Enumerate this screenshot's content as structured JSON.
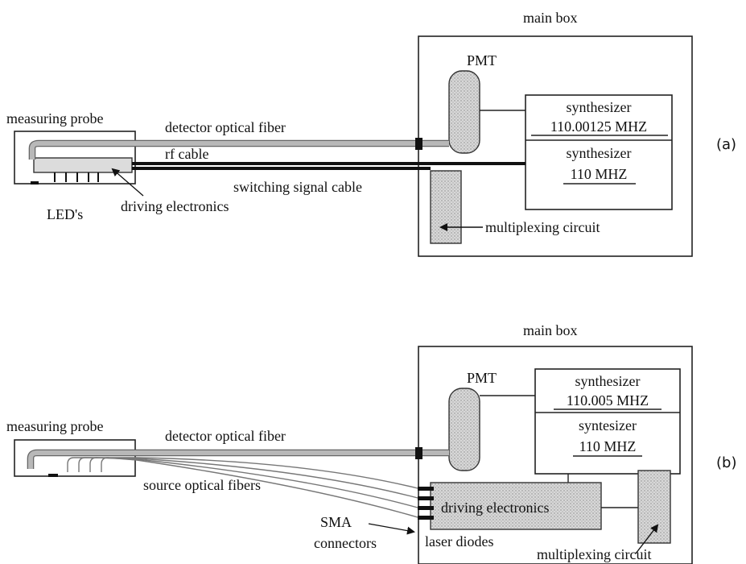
{
  "panel_a": {
    "tag": "(a)",
    "main_box_label": "main box",
    "pmt_label": "PMT",
    "synth1_line1": "synthesizer",
    "synth1_line2": "110.00125 MHZ",
    "synth2_line1": "synthesizer",
    "synth2_line2": "110 MHZ",
    "multiplexing_label": "multiplexing circuit",
    "probe_label": "measuring probe",
    "detector_fiber_label": "detector optical fiber",
    "rf_cable_label": "rf cable",
    "switching_cable_label": "switching signal cable",
    "leds_label": "LED's",
    "driving_electronics_label": "driving electronics"
  },
  "panel_b": {
    "tag": "(b)",
    "main_box_label": "main box",
    "pmt_label": "PMT",
    "synth1_line1": "synthesizer",
    "synth1_line2": "110.005 MHZ",
    "synth2_line1": "syntesizer",
    "synth2_line2": "110 MHZ",
    "probe_label": "measuring probe",
    "detector_fiber_label": "detector optical fiber",
    "source_fibers_label": "source optical fibers",
    "driving_electronics_label": "driving electronics",
    "sma_line1": "SMA",
    "sma_line2": "connectors",
    "laser_diodes_label": "laser diodes",
    "multiplexing_label": "multiplexing circuit"
  },
  "colors": {
    "fiber": "#b8b8b8",
    "shaded_block": "#dcdcdc",
    "cable": "#111111"
  }
}
